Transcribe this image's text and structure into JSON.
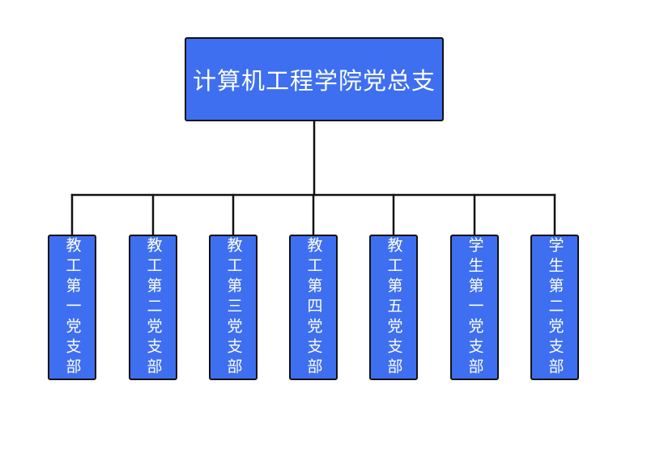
{
  "org_chart": {
    "root": {
      "label": "计算机工程学院党总支"
    },
    "children": [
      {
        "label": "教工第一党支部"
      },
      {
        "label": "教工第二党支部"
      },
      {
        "label": "教工第三党支部"
      },
      {
        "label": "教工第四党支部"
      },
      {
        "label": "教工第五党支部"
      },
      {
        "label": "学生第一党支部"
      },
      {
        "label": "学生第二党支部"
      }
    ],
    "colors": {
      "box_fill": "#3e6ff0",
      "border": "#111111",
      "text": "#ffffff",
      "line": "#111111"
    }
  }
}
